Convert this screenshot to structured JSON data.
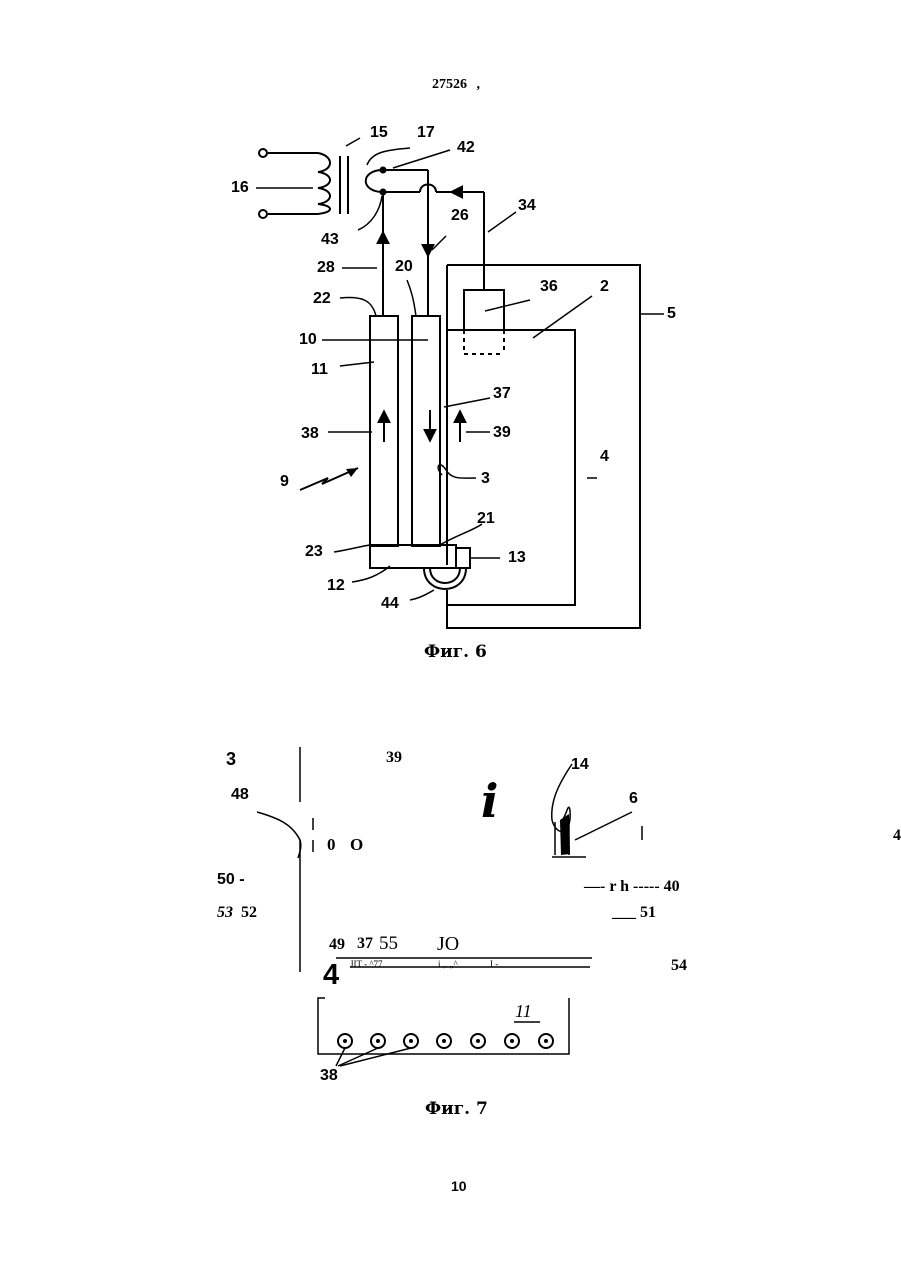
{
  "header": {
    "page_ref": "27526",
    "page_ref_mark": ","
  },
  "figure6": {
    "caption": "Фиг. 6",
    "labels": [
      "16",
      "15",
      "17",
      "42",
      "43",
      "34",
      "26",
      "28",
      "20",
      "36",
      "2",
      "5",
      "22",
      "10",
      "11",
      "37",
      "38",
      "39",
      "9",
      "3",
      "4",
      "21",
      "23",
      "13",
      "12",
      "44"
    ]
  },
  "figure7": {
    "caption": "Фиг. 7",
    "labels": {
      "l3": "3",
      "l39": "39",
      "l14": "14",
      "l48": "48",
      "l_i": "i",
      "l6": "6",
      "l0": "0",
      "lO": "O",
      "l4r": "4",
      "l50": "50 -",
      "l40": "—- r h ----- 40",
      "l53": "53",
      "l52": "52",
      "l51": "___ 51",
      "l49": "49",
      "l37": "37",
      "l55": "55",
      "lJO": "JO",
      "l4b": "4",
      "l54": "54",
      "l11": "11",
      "l38": "38",
      "noise1": "JIT -  ^77",
      "noise2": "i ,. „^",
      "noise3": "I -"
    }
  },
  "footer": {
    "page_number": "10"
  }
}
